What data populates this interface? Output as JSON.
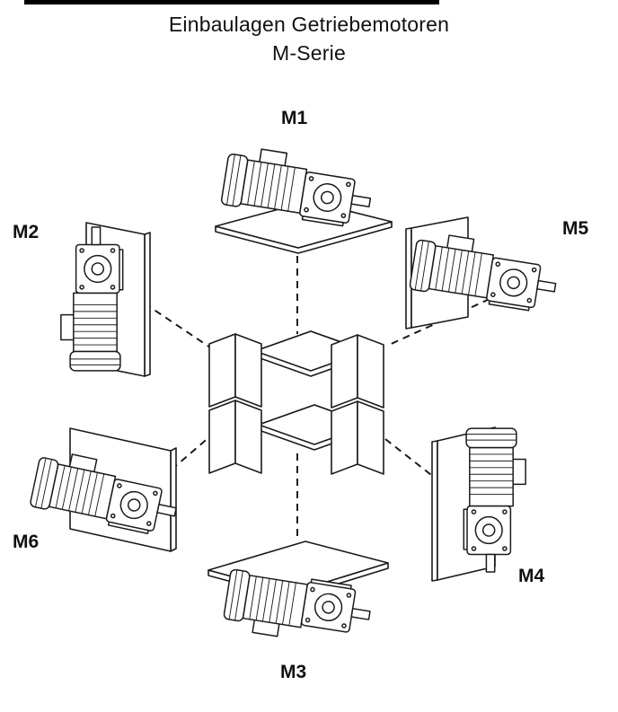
{
  "title": {
    "line1": "Einbaulagen Getriebemotoren",
    "line2": "M-Serie"
  },
  "positions": {
    "m1": {
      "label": "M1"
    },
    "m2": {
      "label": "M2"
    },
    "m3": {
      "label": "M3"
    },
    "m4": {
      "label": "M4"
    },
    "m5": {
      "label": "M5"
    },
    "m6": {
      "label": "M6"
    }
  },
  "colors": {
    "ink": "#1a1a1a",
    "background": "#ffffff"
  }
}
